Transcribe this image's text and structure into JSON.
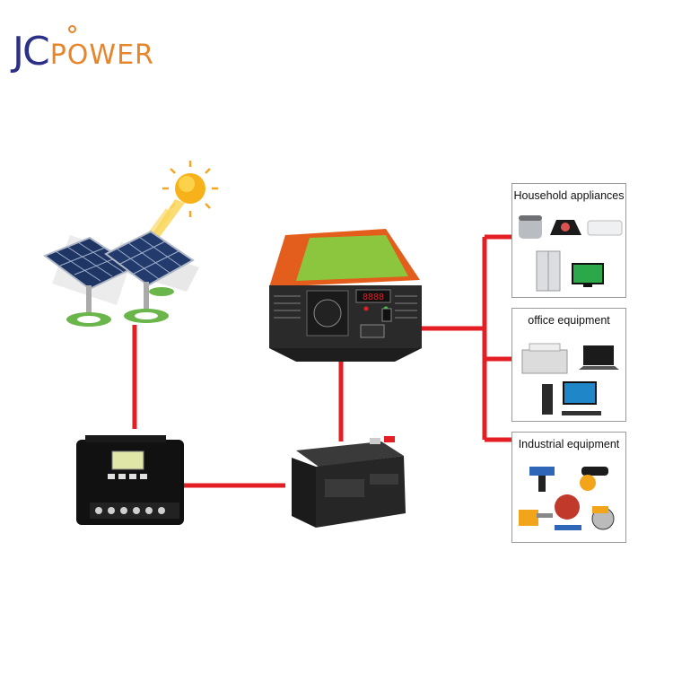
{
  "logo": {
    "primary": "JC",
    "secondary": "POWER"
  },
  "categories": [
    {
      "label": "Household appliances",
      "items": [
        "rice-cooker-icon",
        "induction-cooker-icon",
        "air-conditioner-icon",
        "refrigerator-icon",
        "tv-icon"
      ]
    },
    {
      "label": "office equipment",
      "items": [
        "printer-icon",
        "laptop-icon",
        "desktop-computer-icon"
      ]
    },
    {
      "label": "Industrial equipment",
      "items": [
        "drill-icon",
        "angle-grinder-icon",
        "chainsaw-icon",
        "cut-off-saw-icon",
        "circular-saw-icon"
      ]
    }
  ],
  "colors": {
    "wire": "#e31e24",
    "logo_blue": "#2c2f86",
    "logo_orange": "#e8852b",
    "inverter_orange": "#e35d1c",
    "inverter_green": "#8cc63f"
  }
}
